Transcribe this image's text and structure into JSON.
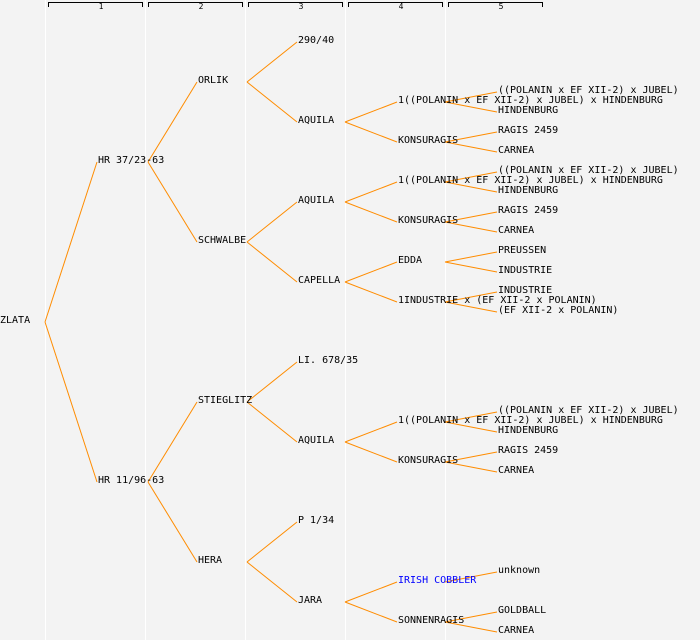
{
  "generation_headers": [
    "1",
    "2",
    "3",
    "4",
    "5"
  ],
  "colors": {
    "line": "#ff8c00",
    "link": "#0000ff",
    "text": "#000000",
    "background": "#f3f3f3"
  },
  "tree": {
    "label": "ZLATA",
    "children": [
      {
        "label": "HR 37/23-63",
        "children": [
          {
            "label": "ORLIK",
            "children": [
              {
                "label": "290/40",
                "children": []
              },
              {
                "label": "AQUILA",
                "children": [
                  {
                    "label": "1((POLANIN x EF XII-2) x JUBEL) x HINDENBURG",
                    "children": [
                      {
                        "label": "((POLANIN x EF XII-2) x JUBEL)",
                        "children": []
                      },
                      {
                        "label": "HINDENBURG",
                        "children": []
                      }
                    ]
                  },
                  {
                    "label": "KONSURAGIS",
                    "children": [
                      {
                        "label": "RAGIS 2459",
                        "children": []
                      },
                      {
                        "label": "CARNEA",
                        "children": []
                      }
                    ]
                  }
                ]
              }
            ]
          },
          {
            "label": "SCHWALBE",
            "children": [
              {
                "label": "AQUILA",
                "children": [
                  {
                    "label": "1((POLANIN x EF XII-2) x JUBEL) x HINDENBURG",
                    "children": [
                      {
                        "label": "((POLANIN x EF XII-2) x JUBEL)",
                        "children": []
                      },
                      {
                        "label": "HINDENBURG",
                        "children": []
                      }
                    ]
                  },
                  {
                    "label": "KONSURAGIS",
                    "children": [
                      {
                        "label": "RAGIS 2459",
                        "children": []
                      },
                      {
                        "label": "CARNEA",
                        "children": []
                      }
                    ]
                  }
                ]
              },
              {
                "label": "CAPELLA",
                "children": [
                  {
                    "label": "EDDA",
                    "children": [
                      {
                        "label": "PREUSSEN",
                        "children": []
                      },
                      {
                        "label": "INDUSTRIE",
                        "children": []
                      }
                    ]
                  },
                  {
                    "label": "1INDUSTRIE x (EF XII-2 x POLANIN)",
                    "children": [
                      {
                        "label": "INDUSTRIE",
                        "children": []
                      },
                      {
                        "label": "(EF XII-2 x POLANIN)",
                        "children": []
                      }
                    ]
                  }
                ]
              }
            ]
          }
        ]
      },
      {
        "label": "HR 11/96-63",
        "children": [
          {
            "label": "STIEGLITZ",
            "children": [
              {
                "label": "LI. 678/35",
                "children": []
              },
              {
                "label": "AQUILA",
                "children": [
                  {
                    "label": "1((POLANIN x EF XII-2) x JUBEL) x HINDENBURG",
                    "children": [
                      {
                        "label": "((POLANIN x EF XII-2) x JUBEL)",
                        "children": []
                      },
                      {
                        "label": "HINDENBURG",
                        "children": []
                      }
                    ]
                  },
                  {
                    "label": "KONSURAGIS",
                    "children": [
                      {
                        "label": "RAGIS 2459",
                        "children": []
                      },
                      {
                        "label": "CARNEA",
                        "children": []
                      }
                    ]
                  }
                ]
              }
            ]
          },
          {
            "label": "HERA",
            "children": [
              {
                "label": "P 1/34",
                "children": []
              },
              {
                "label": "JARA",
                "children": [
                  {
                    "label": "IRISH COBBLER",
                    "link": true,
                    "children": [
                      {
                        "label": "unknown",
                        "children": []
                      }
                    ]
                  },
                  {
                    "label": "SONNENRAGIS",
                    "children": [
                      {
                        "label": "GOLDBALL",
                        "children": []
                      },
                      {
                        "label": "CARNEA",
                        "children": []
                      }
                    ]
                  }
                ]
              }
            ]
          }
        ]
      }
    ]
  }
}
